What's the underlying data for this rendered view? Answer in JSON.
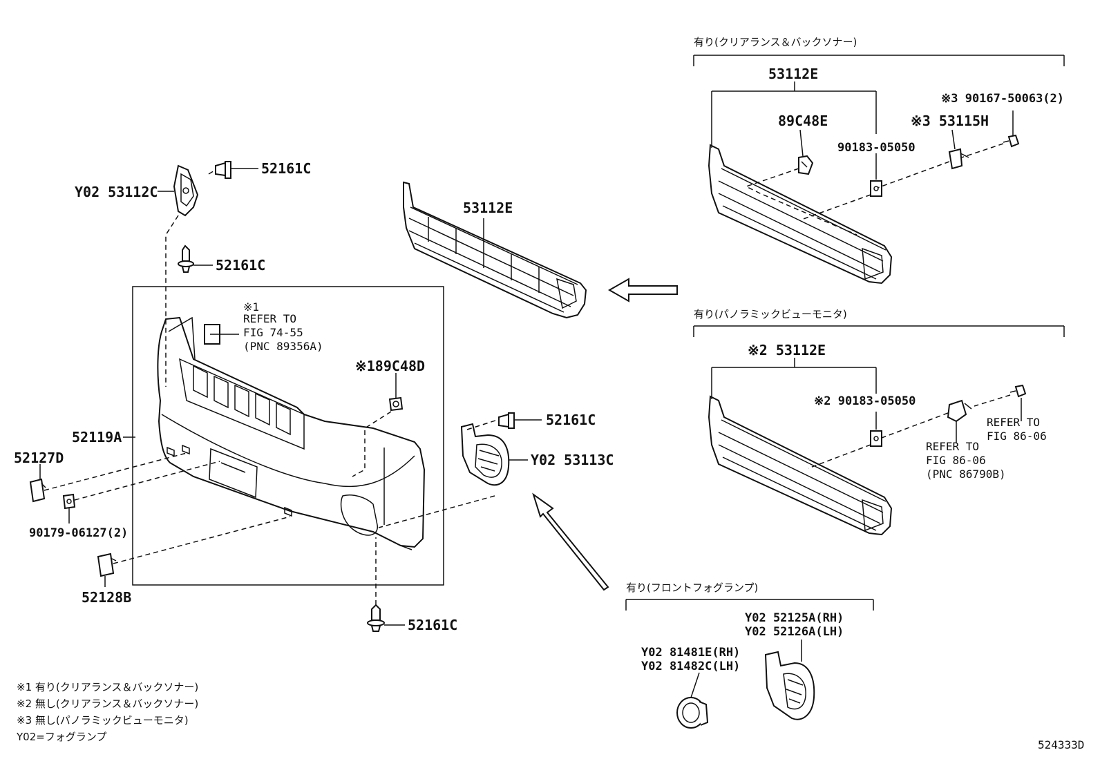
{
  "labels": {
    "p_52161c_top": "52161C",
    "p_53112c": "Y02 53112C",
    "p_52161c_upper": "52161C",
    "p_53112e_mid": "53112E",
    "refer1_mark": "※1",
    "refer1_l1": "REFER TO",
    "refer1_l2": "FIG 74-55",
    "refer1_l3": "(PNC 89356A)",
    "p_89c48d": "※189C48D",
    "p_52119a": "52119A",
    "p_52127d": "52127D",
    "p_90179": "90179-06127(2)",
    "p_52128b": "52128B",
    "p_52161c_bottom": "52161C",
    "p_52161c_right": "52161C",
    "p_53113c": "Y02 53113C",
    "grp1_title": "有り(クリアランス＆バックソナー)",
    "grp1_53112e": "53112E",
    "grp1_89c48e": "89C48E",
    "grp1_90183": "90183-05050",
    "grp1_53115h": "※3 53115H",
    "grp1_90167": "※3 90167-50063(2)",
    "grp2_title": "有り(パノラミックビューモニタ)",
    "grp2_53112e": "※2 53112E",
    "grp2_90183": "※2 90183-05050",
    "grp2_refer_a1": "REFER TO",
    "grp2_refer_a2": "FIG 86-06",
    "grp2_refer_b1": "REFER TO",
    "grp2_refer_b2": "FIG 86-06",
    "grp2_refer_b3": "(PNC 86790B)",
    "grp3_title": "有り(フロントフォグランプ)",
    "grp3_52125a": "Y02 52125A(RH)",
    "grp3_52126a": "Y02 52126A(LH)",
    "grp3_81481e": "Y02 81481E(RH)",
    "grp3_81482c": "Y02 81482C(LH)",
    "note1": "※1 有り(クリアランス＆バックソナー)",
    "note2": "※2 無し(クリアランス＆バックソナー)",
    "note3": "※3 無し(パノラミックビューモニタ)",
    "note4": "Y02=フォグランプ",
    "fig_id": "524333D"
  }
}
